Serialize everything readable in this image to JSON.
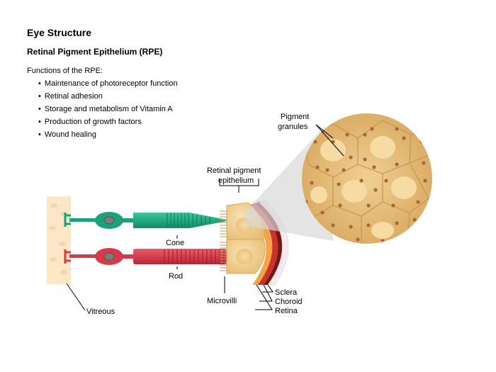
{
  "title": "Eye Structure",
  "subtitle": "Retinal Pigment Epithelium (RPE)",
  "functions": {
    "heading": "Functions of the RPE:",
    "items": [
      "Maintenance of photoreceptor function",
      "Retinal adhesion",
      "Storage and metabolism of Vitamin A",
      "Production of growth factors",
      "Wound healing"
    ]
  },
  "labels": {
    "pigment_granules_1": "Pigment",
    "pigment_granules_2": "granules",
    "rpe_1": "Retinal pigment",
    "rpe_2": "epithelium",
    "cone": "Cone",
    "rod": "Rod",
    "microvilli": "Microvilli",
    "vitreous": "Vitreous",
    "sclera": "Sclera",
    "choroid": "Choroid",
    "retina": "Retina"
  },
  "colors": {
    "cone": "#1aa37a",
    "rod": "#d63a4a",
    "rpe": "#f3cf8a",
    "choroid": "#f5a347",
    "sclera": "#8a1a1a",
    "vitreous": "#fbe6c6"
  }
}
